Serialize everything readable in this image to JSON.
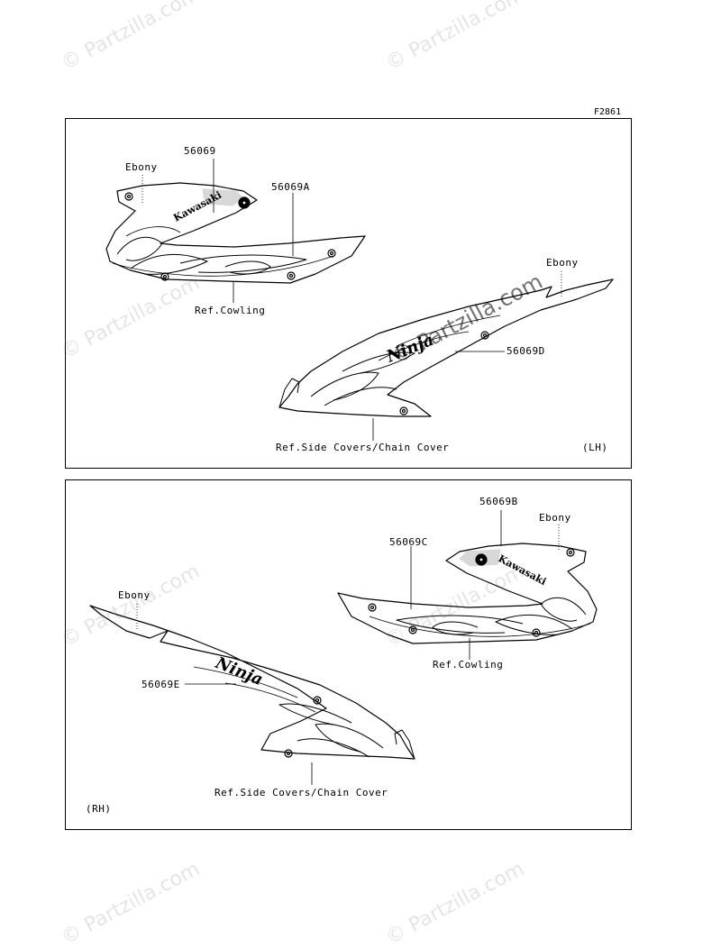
{
  "figure_code": "F2861",
  "watermark": "© Partzilla.com",
  "lh_panel": {
    "side_label": "(LH)",
    "labels": {
      "part_56069": "56069",
      "ebony_cowl": "Ebony",
      "part_56069A": "56069A",
      "ref_cowling": "Ref.Cowling",
      "ebony_side": "Ebony",
      "part_56069D": "56069D",
      "ref_side_covers": "Ref.Side Covers/Chain Cover"
    }
  },
  "rh_panel": {
    "side_label": "(RH)",
    "labels": {
      "part_56069B": "56069B",
      "ebony_cowl": "Ebony",
      "part_56069C": "56069C",
      "ref_cowling": "Ref.Cowling",
      "ebony_side": "Ebony",
      "part_56069E": "56069E",
      "ref_side_covers": "Ref.Side Covers/Chain Cover"
    }
  },
  "colors": {
    "line": "#000000",
    "watermark": "#000000",
    "background": "#ffffff"
  }
}
